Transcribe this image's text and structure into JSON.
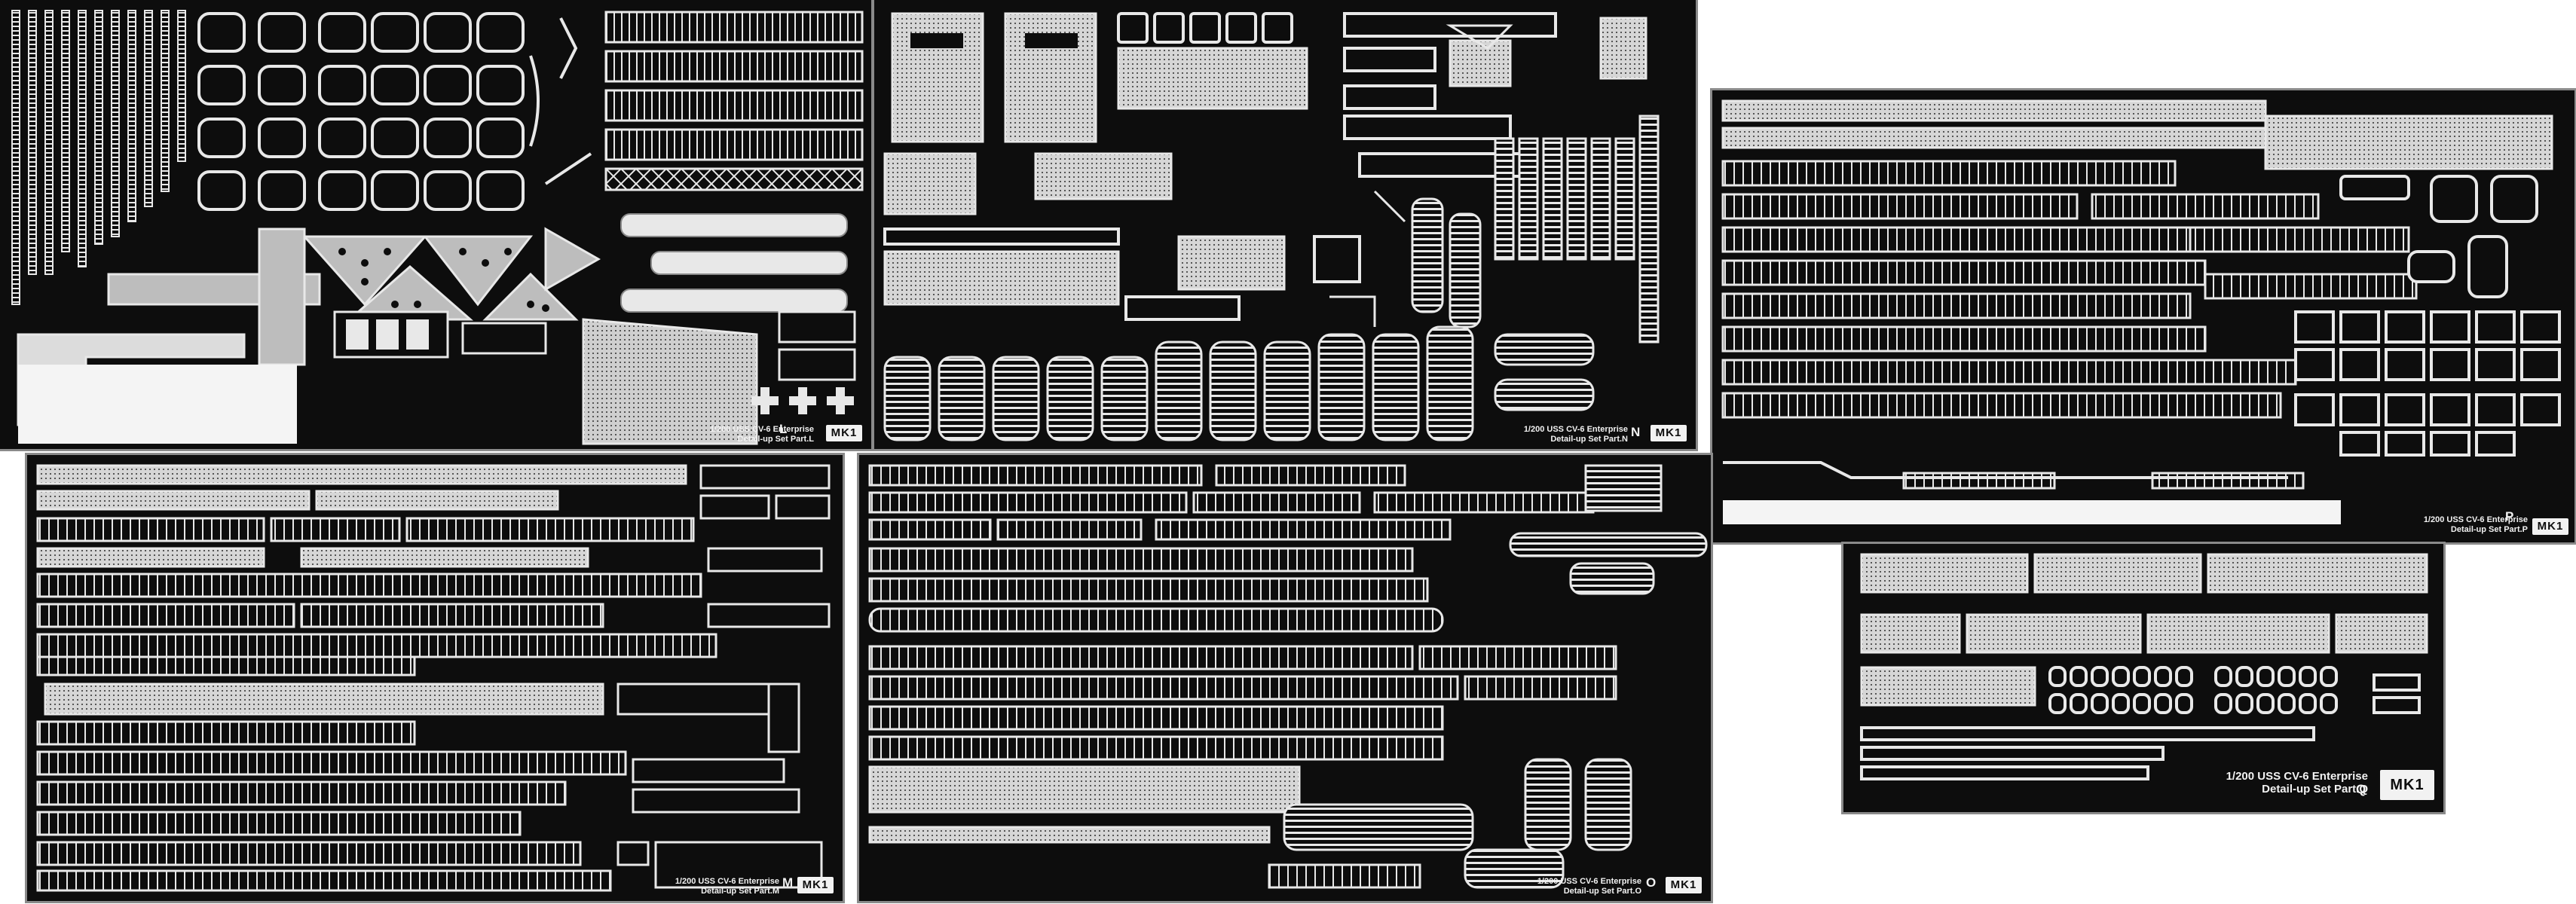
{
  "sheets": {
    "L": {
      "title": "1/200 USS CV-6 Enterprise",
      "subtitle": "Detail-up Set Part.L",
      "letter": "L"
    },
    "N": {
      "title": "1/200 USS CV-6 Enterprise",
      "subtitle": "Detail-up Set Part.N",
      "letter": "N"
    },
    "P": {
      "title": "1/200 USS CV-6 Enterprise",
      "subtitle": "Detail-up Set Part.P",
      "letter": "P"
    },
    "M": {
      "title": "1/200 USS CV-6 Enterprise",
      "subtitle": "Detail-up Set Part.M",
      "letter": "M"
    },
    "O": {
      "title": "1/200 USS CV-6 Enterprise",
      "subtitle": "Detail-up Set Part.O",
      "letter": "O"
    },
    "Q": {
      "title": "1/200 USS CV-6 Enterprise",
      "subtitle": "Detail-up Set Part.Q",
      "letter": "Q"
    }
  },
  "logo_text": "MK1",
  "colors": {
    "fret": "#0d0d0d",
    "metal": "#efefef",
    "etch": "#bdbdbd",
    "frame": "#8a8a8a"
  }
}
